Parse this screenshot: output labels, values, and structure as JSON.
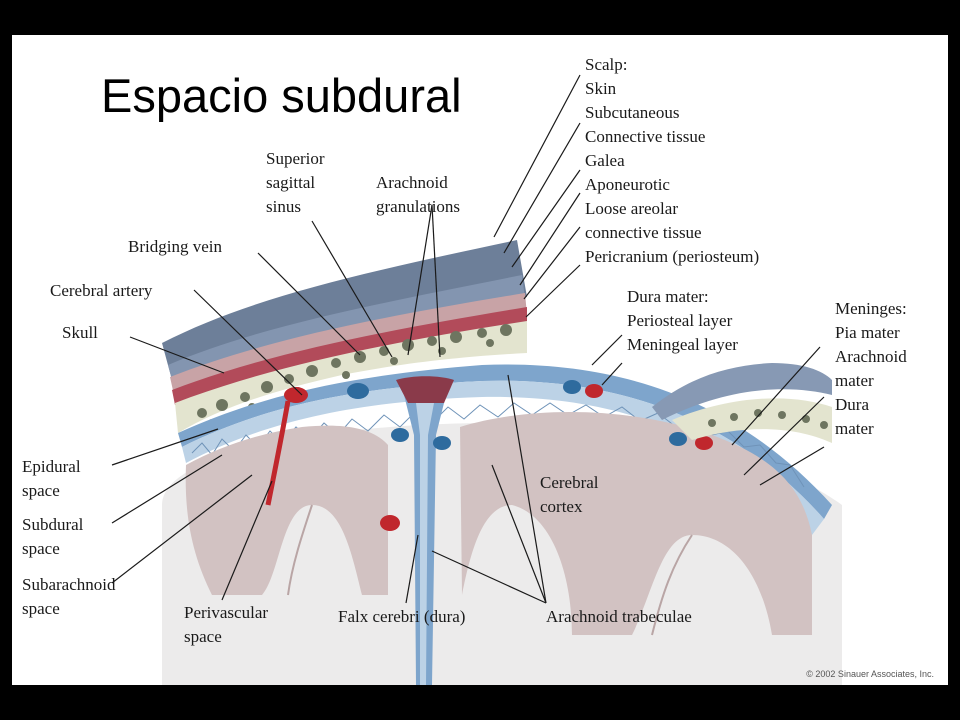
{
  "slide": {
    "title": "Espacio subdural"
  },
  "labels": {
    "scalp": [
      "Scalp:",
      "Skin",
      "Subcutaneous",
      "Connective tissue",
      "Galea",
      "Aponeurotic",
      "Loose areolar",
      "connective tissue",
      "Pericranium (periosteum)"
    ],
    "superior_sagittal_sinus": [
      "Superior",
      "sagittal",
      "sinus"
    ],
    "arachnoid_granulations": [
      "Arachnoid",
      "granulations"
    ],
    "bridging_vein": "Bridging vein",
    "cerebral_artery": "Cerebral artery",
    "skull": "Skull",
    "dura_mater": [
      "Dura mater:",
      "Periosteal layer",
      "Meningeal layer"
    ],
    "meninges": [
      "Meninges:",
      "Pia mater",
      "Arachnoid",
      "mater",
      "Dura",
      "mater"
    ],
    "epidural_space": [
      "Epidural",
      "space"
    ],
    "subdural_space": [
      "Subdural",
      "space"
    ],
    "subarachnoid_space": [
      "Subarachnoid",
      "space"
    ],
    "perivascular_space": [
      "Perivascular",
      "space"
    ],
    "falx_cerebri": "Falx cerebri (dura)",
    "arachnoid_trabeculae": "Arachnoid trabeculae",
    "cerebral_cortex": [
      "Cerebral",
      "cortex"
    ]
  },
  "copyright": "© 2002 Sinauer Associates, Inc.",
  "colors": {
    "background": "#000000",
    "slide": "#ffffff",
    "cortex": "#d2c2c2",
    "white_matter": "#eceaea",
    "meninges_blue": "#8fb3d6",
    "bone": "#e3e4cf",
    "artery": "#c0272d",
    "vein": "#2e6b9e",
    "scalp_blue": "#6d7f99"
  }
}
